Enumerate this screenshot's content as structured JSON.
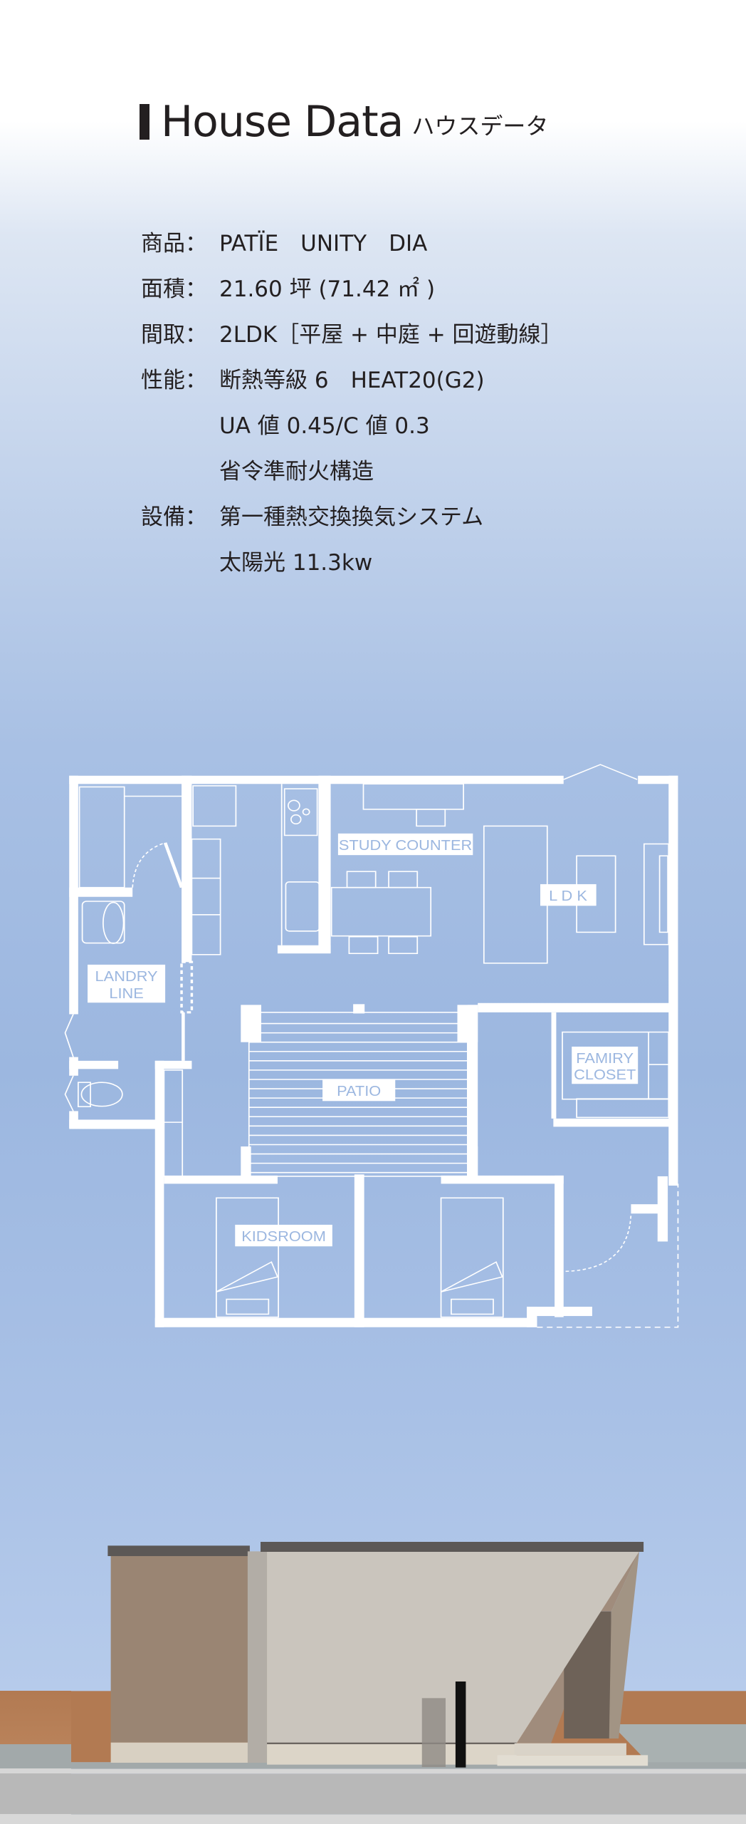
{
  "header": {
    "title_en": "House Data",
    "title_ja": "ハウスデータ"
  },
  "specs": [
    {
      "label": "商品：",
      "value": "PATÏE　UNITY　DIA"
    },
    {
      "label": "面積：",
      "value": "21.60 坪 (71.42 ㎡ )"
    },
    {
      "label": "間取：",
      "value": "2LDK［平屋 + 中庭 + 回遊動線］"
    },
    {
      "label": "性能：",
      "value": "断熱等級 6　HEAT20(G2)"
    },
    {
      "label": "",
      "value": "UA 値 0.45/C 値 0.3"
    },
    {
      "label": "",
      "value": "省令準耐火構造"
    },
    {
      "label": "設備：",
      "value": "第一種熱交換換気システム"
    },
    {
      "label": "",
      "value": "太陽光 11.3kw"
    }
  ],
  "floor_plan": {
    "rooms": {
      "study": "STUDY COUNTER",
      "ldk": "L D K",
      "laundry_1": "LANDRY",
      "laundry_2": "LINE",
      "closet_1": "FAMIRY",
      "closet_2": "CLOSET",
      "patio": "PATIO",
      "kids": "KIDSROOM"
    }
  },
  "colors": {
    "plan_bg": "#9cb7e0",
    "plan_line": "#ffffff",
    "text": "#231f20"
  }
}
